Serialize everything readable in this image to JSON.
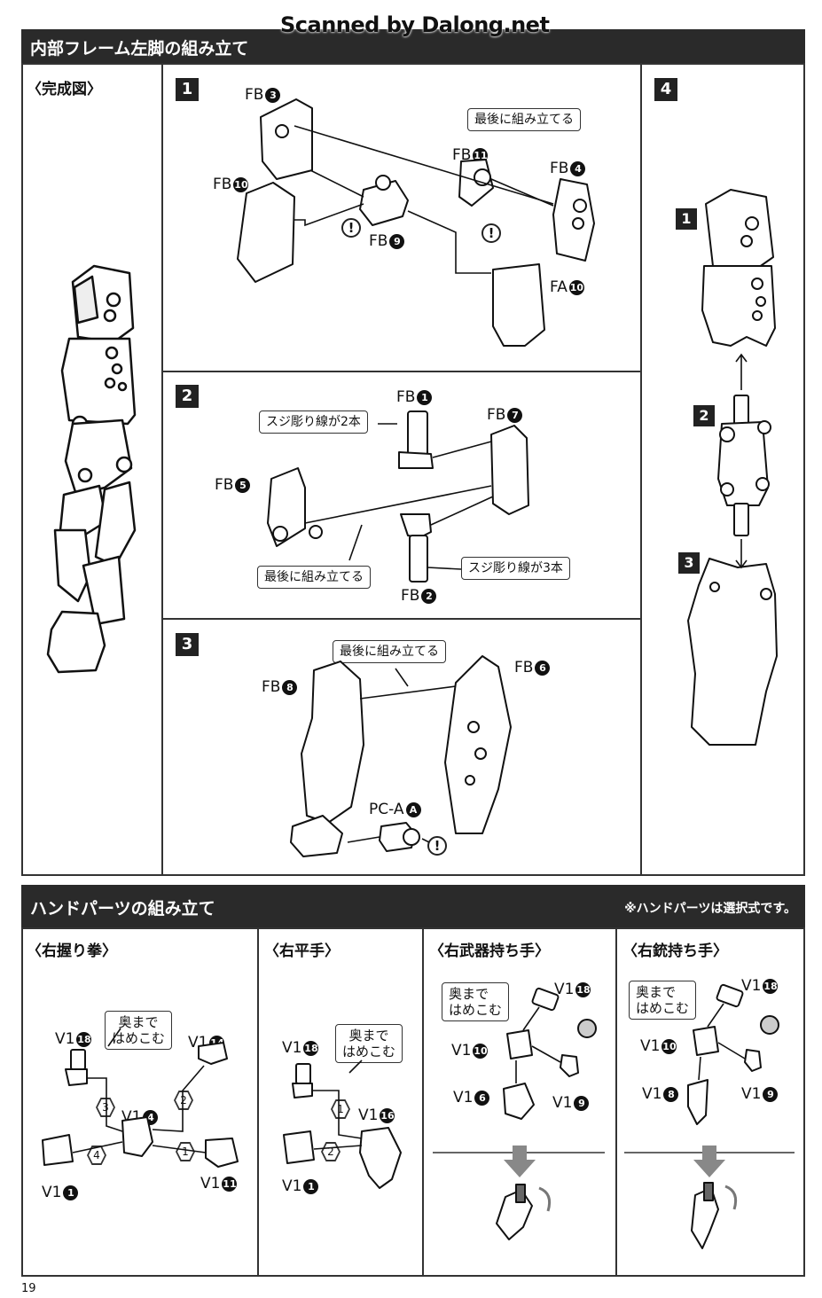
{
  "watermark": "Scanned by Dalong.net",
  "section1": {
    "title": "内部フレーム左脚の組み立て",
    "completed_label": "〈完成図〉",
    "step1": {
      "number": "1",
      "parts": {
        "fb3": "FB",
        "fb3_num": "3",
        "fb10": "FB",
        "fb10_num": "10",
        "fb11": "FB",
        "fb11_num": "11",
        "fb4": "FB",
        "fb4_num": "4",
        "fb9": "FB",
        "fb9_num": "9",
        "fa10": "FA",
        "fa10_num": "10"
      },
      "note": "最後に組み立てる",
      "warn": "!"
    },
    "step2": {
      "number": "2",
      "parts": {
        "fb1": "FB",
        "fb1_num": "1",
        "fb7": "FB",
        "fb7_num": "7",
        "fb5": "FB",
        "fb5_num": "5",
        "fb2": "FB",
        "fb2_num": "2"
      },
      "note_lines2": "スジ彫り線が2本",
      "note_lines3": "スジ彫り線が3本",
      "note_last": "最後に組み立てる"
    },
    "step3": {
      "number": "3",
      "parts": {
        "fb8": "FB",
        "fb8_num": "8",
        "fb6": "FB",
        "fb6_num": "6",
        "pca": "PC-A",
        "pca_num": "A"
      },
      "note": "最後に組み立てる",
      "warn": "!"
    },
    "step4": {
      "number": "4",
      "sub1": "1",
      "sub2": "2",
      "sub3": "3"
    }
  },
  "section2": {
    "title": "ハンドパーツの組み立て",
    "note": "※ハンドパーツは選択式です。",
    "fist": {
      "title": "〈右握り拳〉",
      "callout": [
        "奥まで",
        "はめこむ"
      ],
      "parts": {
        "v18": "V1",
        "v18_num": "18",
        "v14": "V1",
        "v14_num": "14",
        "v4": "V1",
        "v4_num": "4",
        "v1": "V1",
        "v1_num": "1",
        "v11": "V1",
        "v11_num": "11"
      },
      "order": [
        "1",
        "2",
        "3",
        "4"
      ]
    },
    "flat": {
      "title": "〈右平手〉",
      "callout": [
        "奥まで",
        "はめこむ"
      ],
      "parts": {
        "v18": "V1",
        "v18_num": "18",
        "v16": "V1",
        "v16_num": "16",
        "v1": "V1",
        "v1_num": "1"
      },
      "order": [
        "1",
        "2"
      ]
    },
    "weapon": {
      "title": "〈右武器持ち手〉",
      "callout": [
        "奥まで",
        "はめこむ"
      ],
      "parts": {
        "v18": "V1",
        "v18_num": "18",
        "v10": "V1",
        "v10_num": "10",
        "v6": "V1",
        "v6_num": "6",
        "v9": "V1",
        "v9_num": "9"
      }
    },
    "gun": {
      "title": "〈右銃持ち手〉",
      "callout": [
        "奥まで",
        "はめこむ"
      ],
      "parts": {
        "v18": "V1",
        "v18_num": "18",
        "v10": "V1",
        "v10_num": "10",
        "v8": "V1",
        "v8_num": "8",
        "v9": "V1",
        "v9_num": "9"
      }
    }
  },
  "page_number": "19"
}
